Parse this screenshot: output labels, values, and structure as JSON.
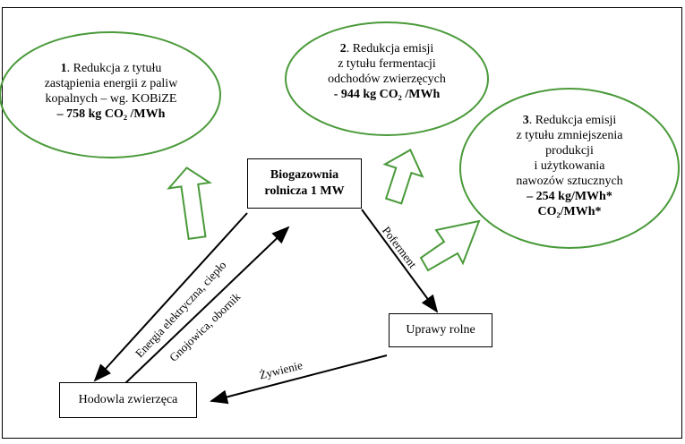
{
  "ellipse1": {
    "number": "1",
    "line1": ". Redukcja z tytułu",
    "line2": "zastąpienia energii z paliw",
    "line3": "kopalnych – wg. KOBiZE",
    "value": "– 758 kg CO₂ /MWh"
  },
  "ellipse2": {
    "number": "2",
    "line1": ". Redukcja emisji",
    "line2": "z tytułu fermentacji",
    "line3": "odchodów zwierzęcych",
    "value": "-  944 kg CO₂ /MWh"
  },
  "ellipse3": {
    "number": "3",
    "line1": ". Redukcja emisji",
    "line2": "z tytułu zmniejszenia",
    "line3": "produkcji",
    "line4": "i użytkowania",
    "line5": "nawozów sztucznych",
    "value1": "– 254 kg/MWh*",
    "value2": "CO₂/MWh*"
  },
  "center_box": {
    "line1": "Biogazownia",
    "line2": "rolnicza 1 MW"
  },
  "crops_box": {
    "label": "Uprawy rolne"
  },
  "farm_box": {
    "label": "Hodowla zwierzęca"
  },
  "arrows": {
    "energy": "Energia elektryczna, ciepło",
    "manure": "Gnojowica, obornik",
    "digestate": "Poferment",
    "feed": "Żywienie"
  },
  "colors": {
    "green": "#4a9a3a",
    "black": "#000000"
  }
}
